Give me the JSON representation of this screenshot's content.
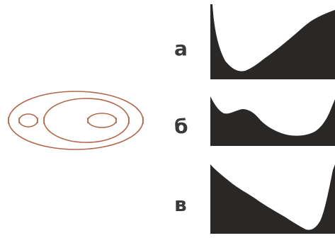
{
  "colors": {
    "background": "#ffffff",
    "ring_stroke": "#b06848",
    "profile_fill": "#2a2826",
    "label": "#3a3a3a"
  },
  "diagram": {
    "icon": "nested-elliptical-contour-rings",
    "rings": [
      "outer",
      "middle",
      "small-left",
      "small-right"
    ]
  },
  "panels": [
    {
      "label": "а",
      "shape": "steep drop at left, minimum near left, gradual rise to right"
    },
    {
      "label": "б",
      "shape": "small hump near left, shallow valley, sharp rise at right"
    },
    {
      "label": "в",
      "shape": "gradual descent to minimum near right, sharp rise at right edge"
    }
  ]
}
